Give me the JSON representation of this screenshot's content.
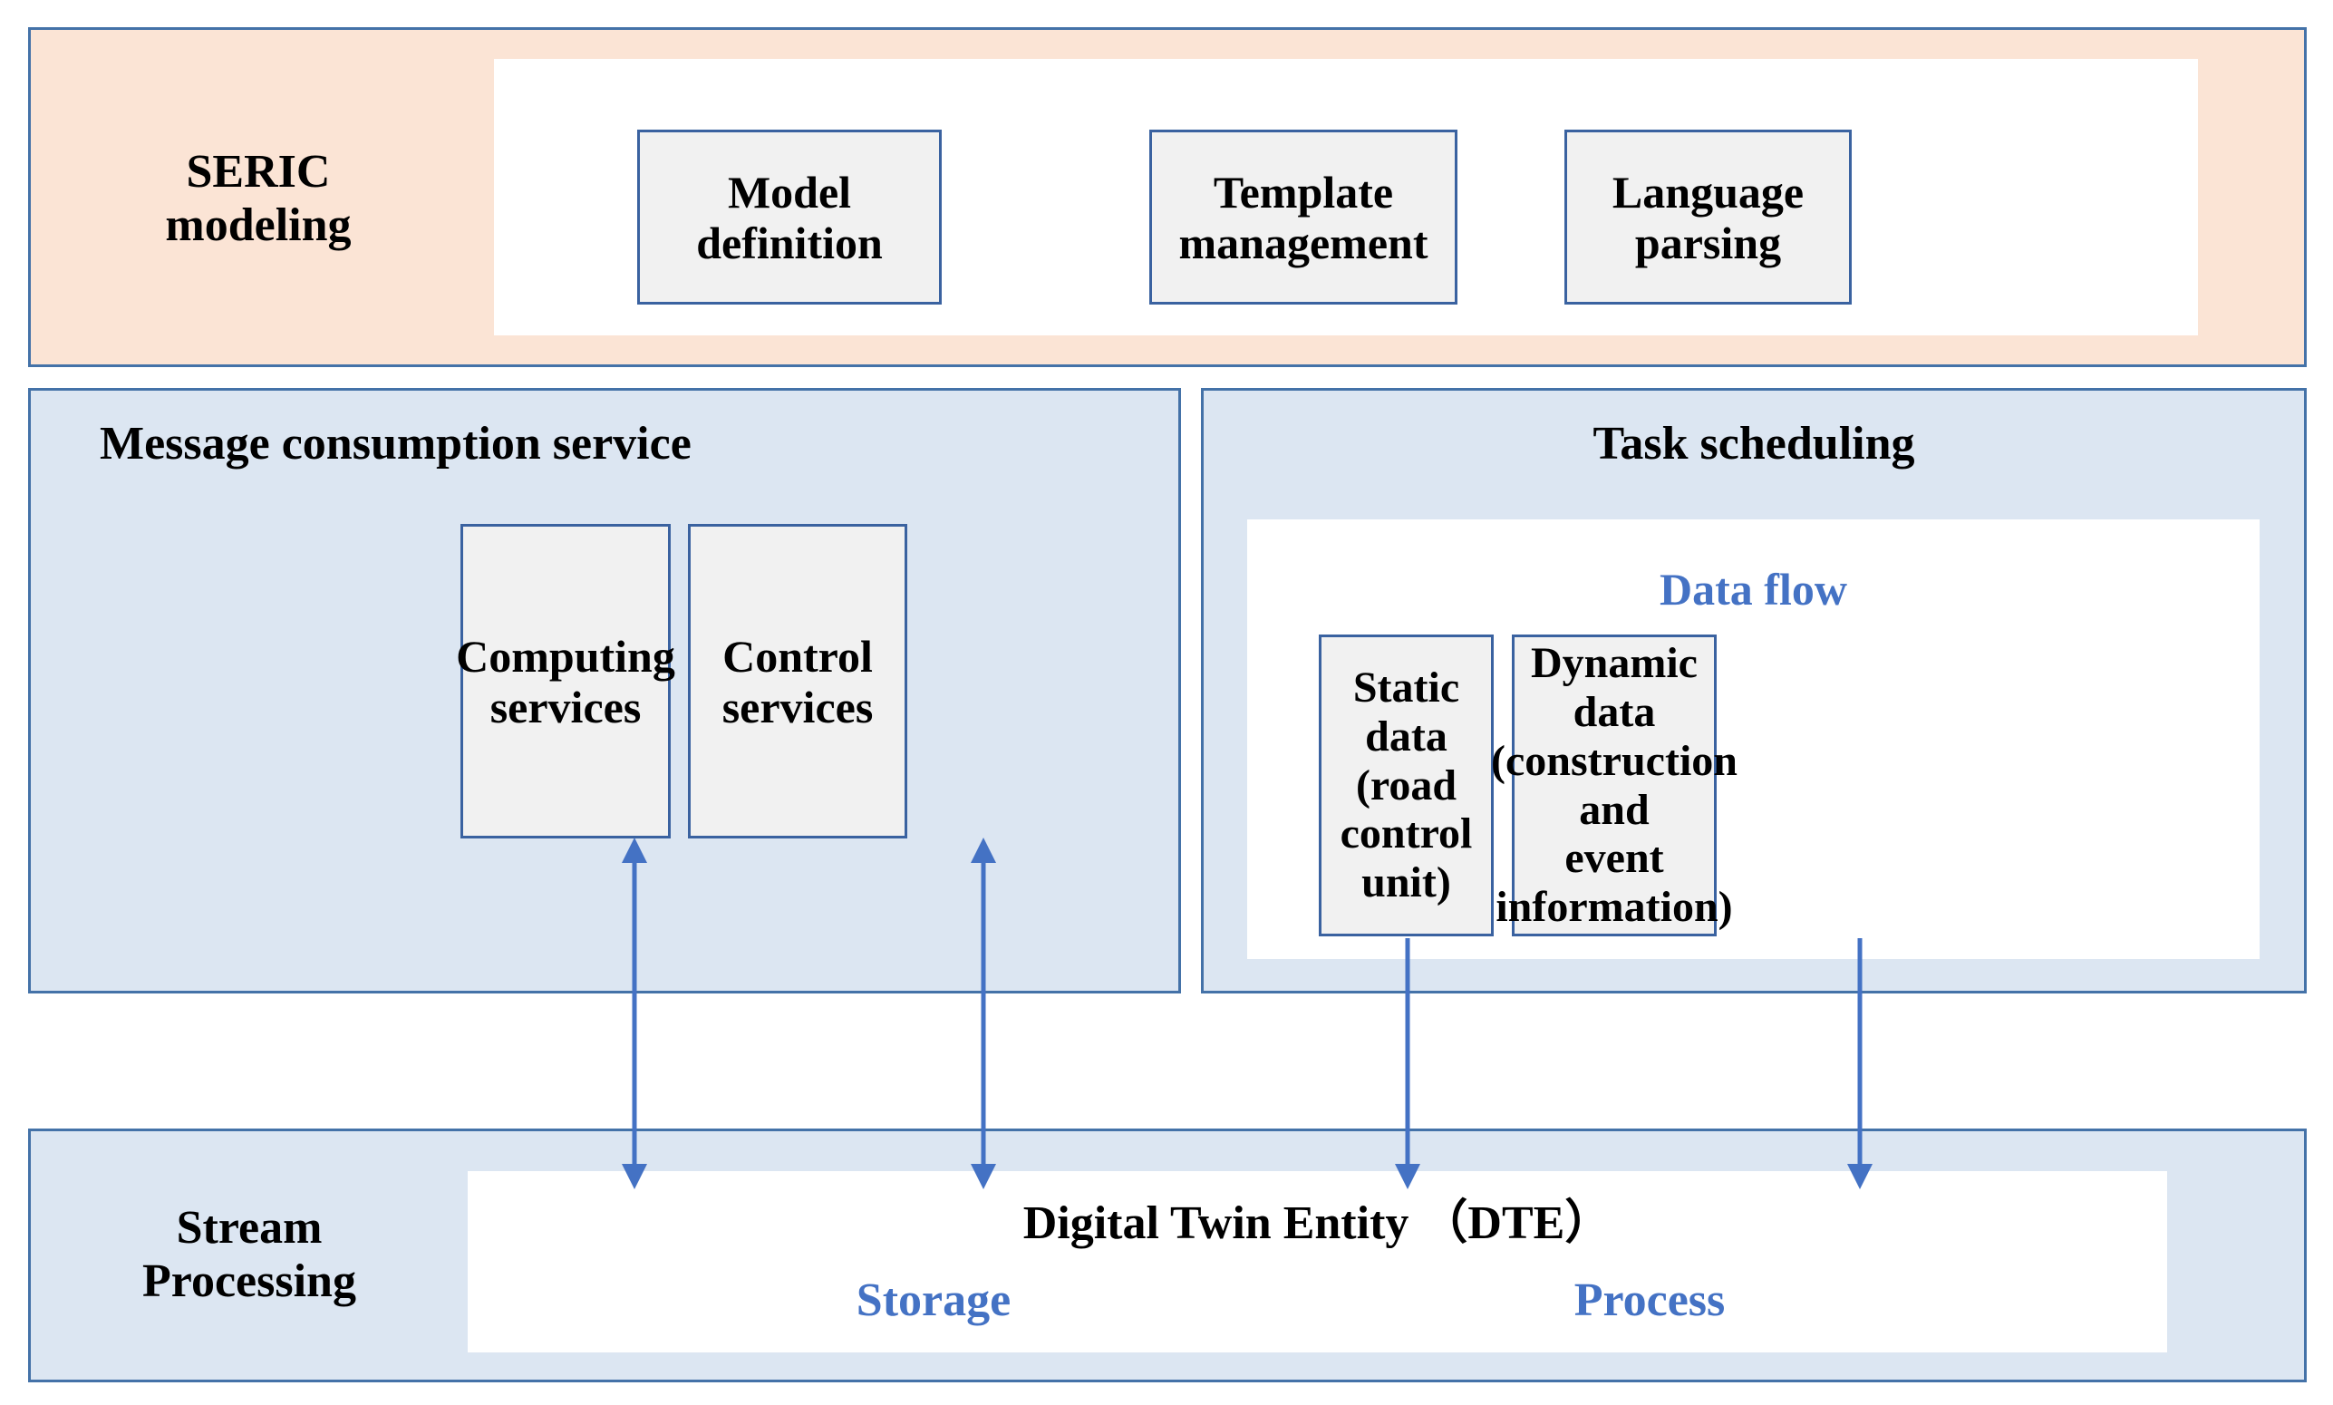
{
  "diagram": {
    "title": "SERIC modeling and Digital Twin Entity architecture",
    "colors": {
      "modeling_band_fill": "#fbe4d5",
      "service_band_fill": "#dce6f2",
      "band_border": "#4472a8",
      "node_fill": "#f1f1f1",
      "node_border": "#3a62a0",
      "accent_blue_text": "#4472c4",
      "arrow_stroke": "#4472c4",
      "white_panel": "#ffffff"
    },
    "bands": [
      {
        "id": "seric-modeling",
        "label": "SERIC\nmodeling",
        "nodes": [
          {
            "id": "model-definition",
            "label": "Model\ndefinition"
          },
          {
            "id": "template-management",
            "label": "Template\nmanagement"
          },
          {
            "id": "language-parsing",
            "label": "Language\nparsing"
          }
        ]
      },
      {
        "id": "message-consumption-service",
        "label": "Message consumption service",
        "nodes": [
          {
            "id": "computing-services",
            "label": "Computing\nservices"
          },
          {
            "id": "control-services",
            "label": "Control\nservices"
          }
        ]
      },
      {
        "id": "task-scheduling",
        "label": "Task scheduling",
        "sublabel": "Data flow",
        "nodes": [
          {
            "id": "static-data",
            "label": "Static data\n(road\ncontrol unit)"
          },
          {
            "id": "dynamic-data",
            "label": "Dynamic data\n(construction and\nevent\ninformation)"
          }
        ]
      },
      {
        "id": "stream-processing",
        "label": "Stream\nProcessing",
        "entity_title": "Digital Twin Entity （DTE）",
        "entity_subitems": [
          {
            "id": "storage",
            "label": "Storage"
          },
          {
            "id": "process",
            "label": "Process"
          }
        ]
      }
    ],
    "connectors": [
      {
        "id": "computing-to-dte",
        "from": "computing-services",
        "to": "stream-processing",
        "style": "double-headed-arrow"
      },
      {
        "id": "control-to-dte",
        "from": "control-services",
        "to": "stream-processing",
        "style": "double-headed-arrow"
      },
      {
        "id": "static-to-dte",
        "from": "static-data",
        "to": "stream-processing",
        "style": "single-arrow-down"
      },
      {
        "id": "dynamic-to-dte",
        "from": "dynamic-data",
        "to": "stream-processing",
        "style": "single-arrow-down"
      }
    ]
  }
}
